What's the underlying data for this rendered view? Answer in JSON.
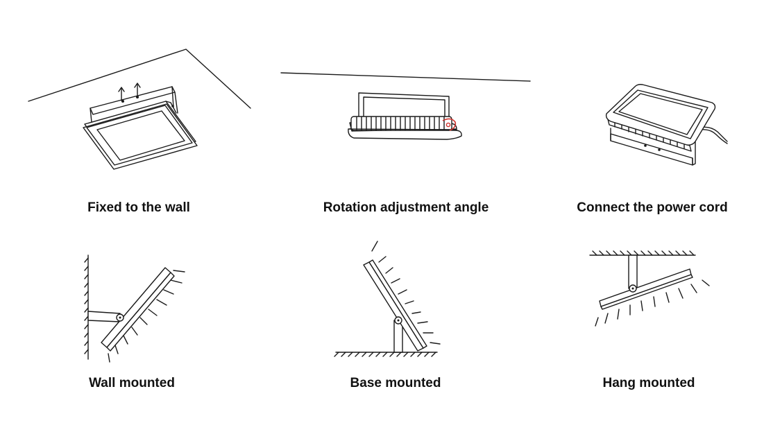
{
  "panels": [
    {
      "caption": "Fixed to the wall"
    },
    {
      "caption": "Rotation adjustment angle"
    },
    {
      "caption": "Connect the power cord"
    },
    {
      "caption": "Wall mounted"
    },
    {
      "caption": "Base mounted"
    },
    {
      "caption": "Hang mounted"
    }
  ],
  "colors": {
    "line": "#1a1a1a",
    "accent": "#d0352f",
    "background": "#ffffff"
  }
}
